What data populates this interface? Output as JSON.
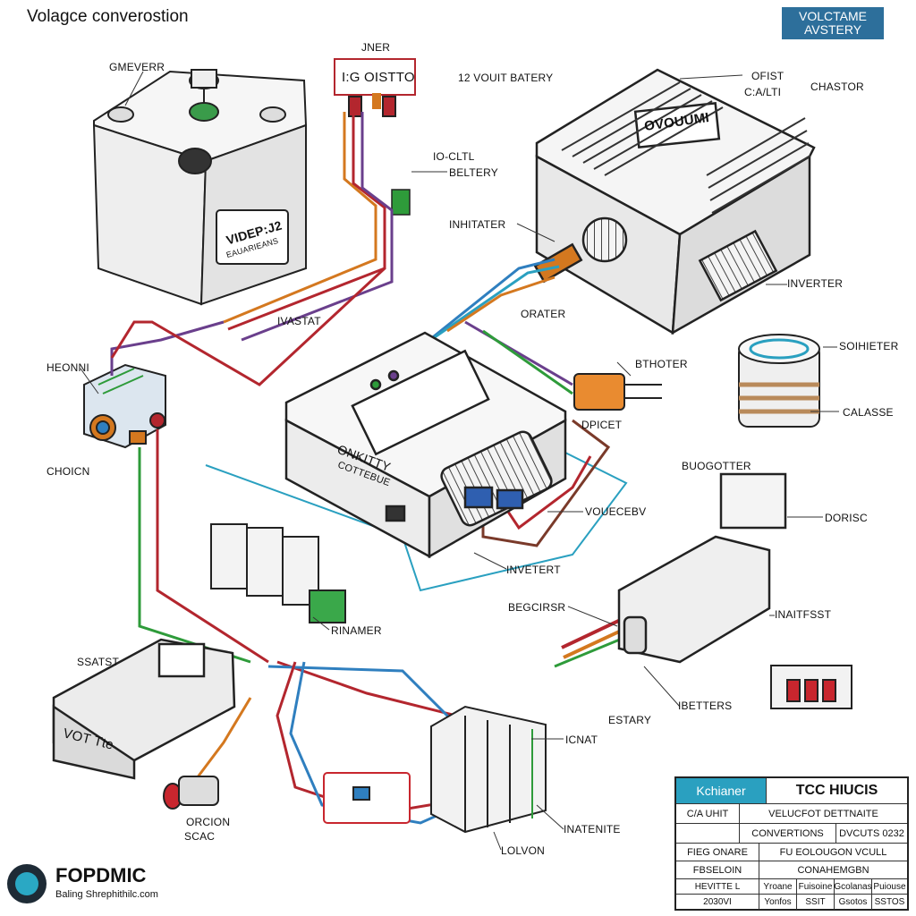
{
  "title": "Volagce converostion",
  "badge": {
    "line1": "VOLCTAME",
    "line2": "AVSTERY"
  },
  "labels": {
    "gmeverr": "GMEVERR",
    "jner": "JNER",
    "relay": "I:G OISTTO",
    "twelve_vout_battery": "12 VOUIT BATERY",
    "ofist": "OFIST",
    "cavti": "C:A/LTI",
    "chastor": "CHASTOR",
    "io_clt": "IO-CLTL",
    "beltery": "BELTERY",
    "inhitater": "INHITATER",
    "vidfp_plate": "VIDEP:J2",
    "vidfp_sub": "EAUARIEANS",
    "dvguwit_plate": "OVOUUMI",
    "inverter": "INVERTER",
    "hedgni": "HEONNI",
    "vasvsti": "IVASTAT",
    "orater": "ORATER",
    "bthoter": "BTHOTER",
    "dpicet": "DPICET",
    "sohieter": "SOIHIETER",
    "calasse": "CALASSE",
    "choion": "CHOICN",
    "onkitty": "ONKITTY",
    "onkitty_sub": "COTTEBUE",
    "buogotter": "BUOGOTTER",
    "vouecebv": "VOUECEBV",
    "doris": "DORISC",
    "invetert": "INVETERT",
    "begcirsr": "BEGCIRSR",
    "inaitfsst": "INAITFSST",
    "rinamer": "RINAMER",
    "ssatst": "SSATST",
    "vot_te": "VOT Tte",
    "icnat": "ICNAT",
    "estary": "ESTARY",
    "ibetters": "IBETTERS",
    "inatenite": "INATENITE",
    "lolvon": "LOLVON",
    "orcion": "ORCION",
    "scac": "SCAC"
  },
  "title_block": {
    "header_left": "Kchianer",
    "header_right": "TCC HIUCIS",
    "row1_left": "C/A UHIT",
    "row1_right": "VELUCFOT DETTNAITE",
    "row2_mid": "CONVERTIONS",
    "row2_right": "DVCUTS 0232",
    "row3_left": "FIEG ONARE",
    "row3_right": "FU EOLOUGON VCULL",
    "row4_left": "FBSELOIN",
    "row4_right": "CONAHEMGBN",
    "row5": [
      "HEVITTE L",
      "Yroane",
      "Fuisoine",
      "Gcolanas",
      "Puiouse"
    ],
    "row6": [
      "2030VI",
      "Yonfos",
      "SSIT",
      "Gsotos",
      "SSTOS"
    ]
  },
  "logo": {
    "name": "FOPDMIC",
    "sub": "Baling Shrephithilc.com"
  },
  "colors": {
    "wire_red": "#b3262e",
    "wire_orange": "#d4781f",
    "wire_blue": "#2f7fbf",
    "wire_purple": "#6a3f8c",
    "wire_green": "#2e9b3a",
    "wire_cyan": "#2aa0c0",
    "wire_brown": "#7a3a2a",
    "accent": "#2d6f9b"
  }
}
